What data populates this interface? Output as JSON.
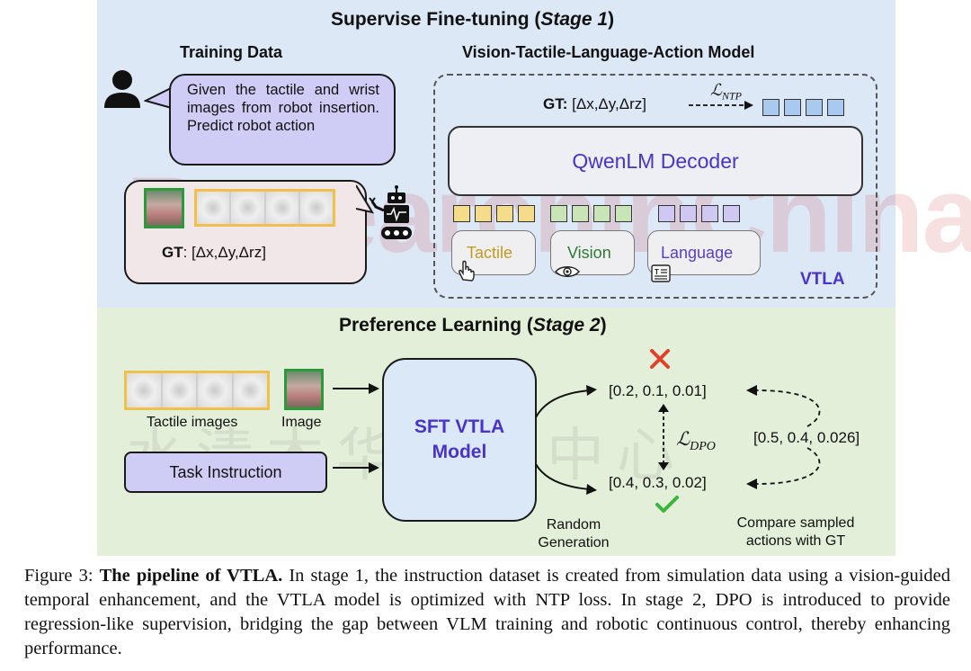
{
  "stage1": {
    "title_main": "Supervise Fine-tuning (",
    "title_em": "Stage 1",
    "title_end": ")",
    "training_data_title": "Training Data",
    "model_title": "Vision-Tactile-Language-Action Model",
    "instruction_text": "Given the tactile and wrist images from robot insertion. Predict robot action",
    "gt_bold": "GT",
    "gt_rest": ": [Δx,Δy,Δrz]",
    "gt_top_bold": "GT:",
    "gt_top_rest": " [Δx,Δy,Δrz]",
    "loss_ntp": "ℒ",
    "loss_ntp_sub": "NTP",
    "decoder_label": "QwenLM Decoder",
    "encoders": [
      {
        "label": "Tactile",
        "color": "#c49a1e"
      },
      {
        "label": "Vision",
        "color": "#2e7a33"
      },
      {
        "label": "Language",
        "color": "#5a3fc2"
      }
    ],
    "vtla_label": "VTLA",
    "token_colors": {
      "tactile": "#f5dc8a",
      "vision": "#c9e4b6",
      "language": "#cfc8f2",
      "output": "#aac9ee"
    }
  },
  "stage2": {
    "title_main": "Preference Learning (",
    "title_em": "Stage 2",
    "title_end": ")",
    "tactile_images_label": "Tactile images",
    "image_label": "Image",
    "task_instruction": "Task Instruction",
    "model_label_line1": "SFT VTLA",
    "model_label_line2": "Model",
    "rejected_action": "[0.2, 0.1, 0.01]",
    "chosen_action": "[0.4, 0.3, 0.02]",
    "gt_action": "[0.5, 0.4, 0.026]",
    "loss_dpo": "ℒ",
    "loss_dpo_sub": "DPO",
    "random_generation_line1": "Random",
    "random_generation_line2": "Generation",
    "compare_line1": "Compare sampled",
    "compare_line2": "actions with GT"
  },
  "watermark": {
    "latin": "ResearchInChina",
    "chinese": "水清木华研究中心"
  },
  "caption": {
    "label": "Figure 3: ",
    "bold": "The pipeline of VTLA.",
    "text": " In stage 1, the instruction dataset is created from simulation data using a vision-guided temporal enhancement, and the VTLA model is optimized with NTP loss. In stage 2, DPO is introduced to provide regression-like supervision, bridging the gap between VLM training and robotic continuous control, thereby enhancing performance."
  }
}
